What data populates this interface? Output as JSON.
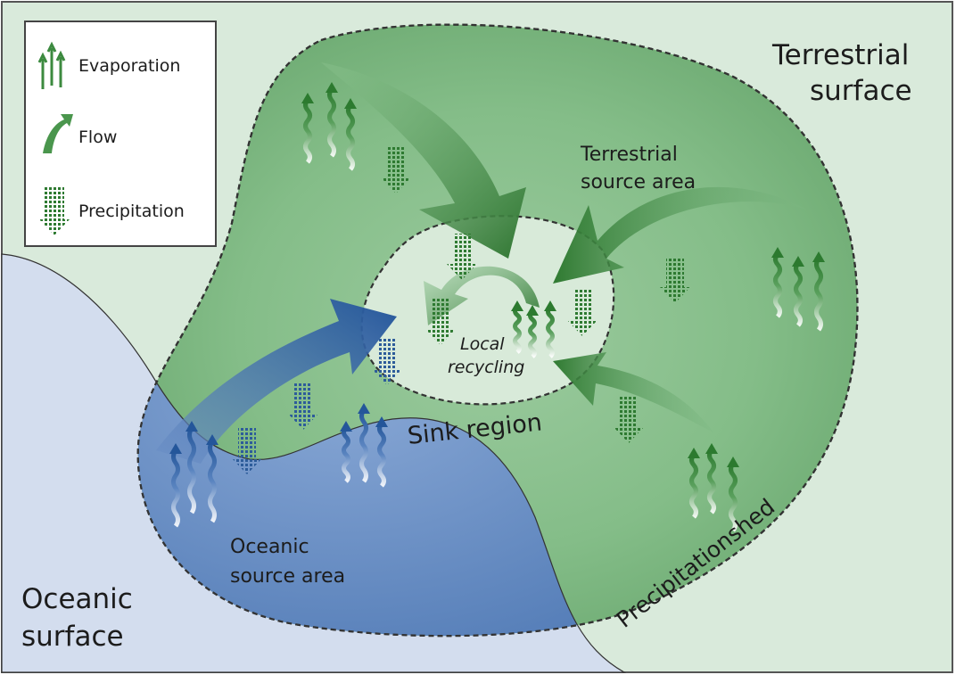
{
  "legend": {
    "items": [
      {
        "icon": "evaporation-icon",
        "label": "Evaporation"
      },
      {
        "icon": "flow-arrow-icon",
        "label": "Flow"
      },
      {
        "icon": "precipitation-icon",
        "label": "Precipitation"
      }
    ]
  },
  "labels": {
    "terrestrial_surface": [
      "Terrestrial",
      "surface"
    ],
    "terrestrial_source": [
      "Terrestrial",
      "source area"
    ],
    "local_recycling": [
      "Local",
      "recycling"
    ],
    "sink_region": "Sink region",
    "oceanic_source": [
      "Oceanic",
      "source area"
    ],
    "oceanic_surface": [
      "Oceanic",
      "surface"
    ],
    "precipitationshed": "Precipitationshed"
  },
  "colors": {
    "terrestrial_surface": "#d9eadb",
    "precipitationshed": "#7fb985",
    "ocean_surface": "#d3ddee",
    "oceanic_source": "#5f87c0",
    "green_arrow": "#3f8a3f",
    "blue_arrow": "#2f5f9e",
    "sink": "#d8ead9"
  }
}
